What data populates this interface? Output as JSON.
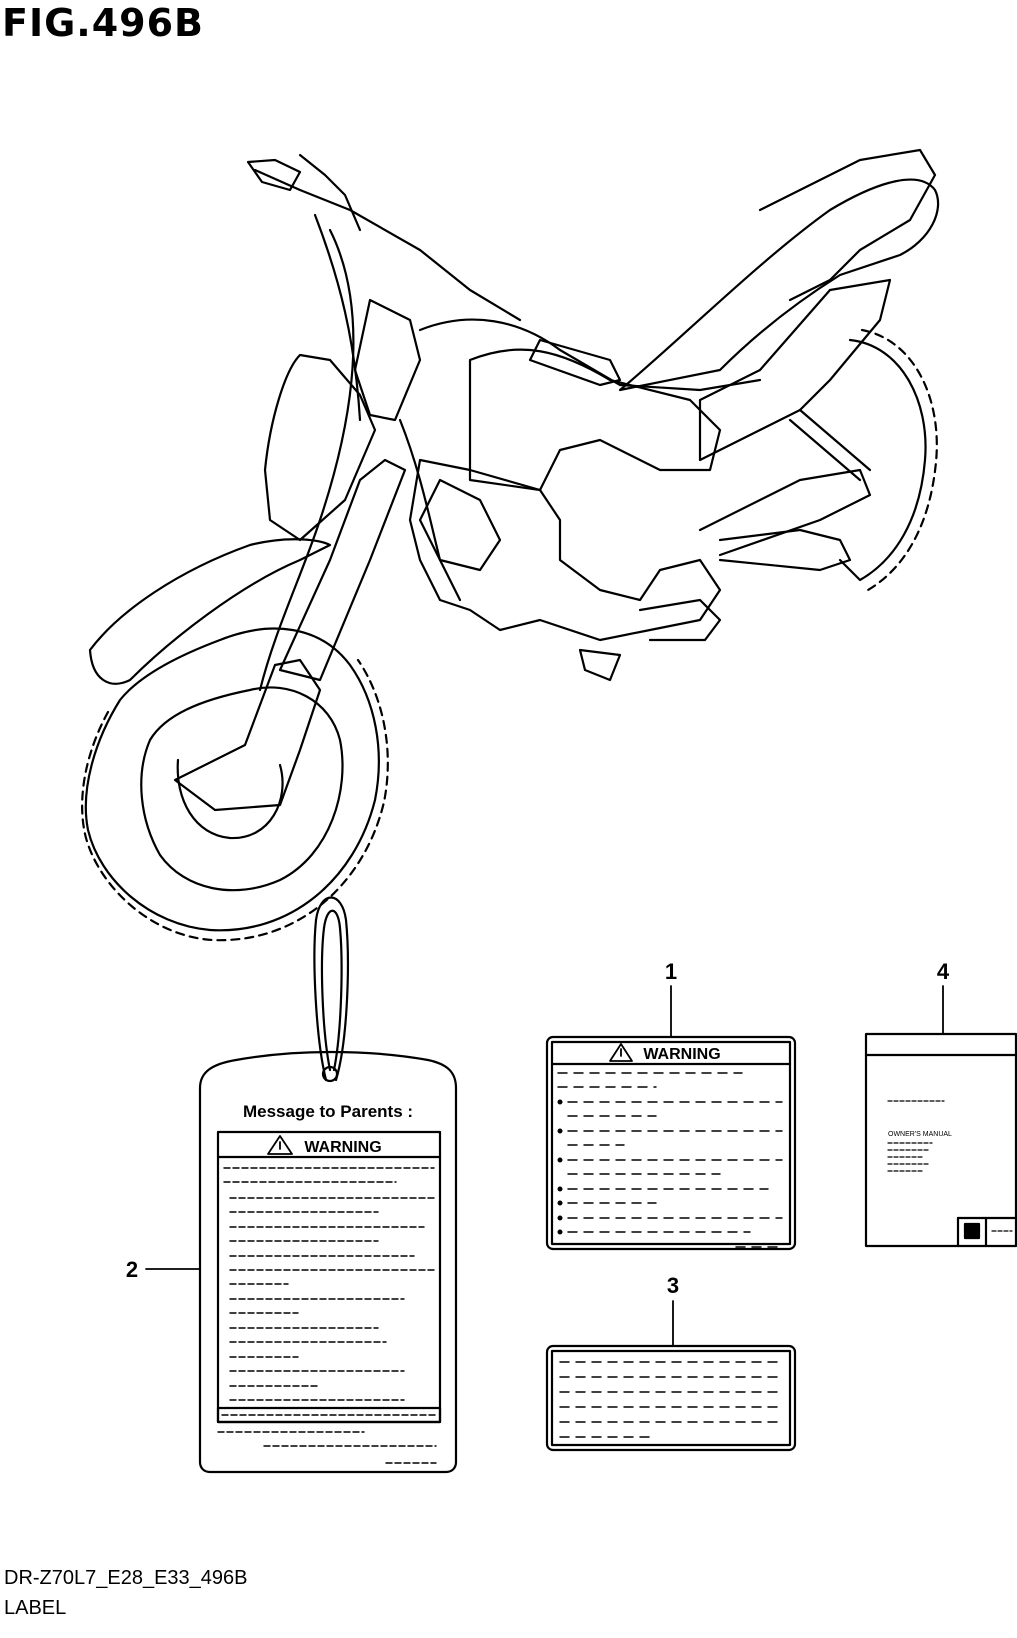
{
  "figure": {
    "title": "FIG.496B",
    "model_code": "DR-Z70L7_E28_E33_496B",
    "section_label": "LABEL"
  },
  "callouts": [
    "1",
    "2",
    "3",
    "4"
  ],
  "labels": {
    "warning_word": "WARNING",
    "tag_heading": "Message  to  Parents :",
    "manual_title": "OWNER'S MANUAL"
  },
  "colors": {
    "line": "#000000",
    "background": "#ffffff"
  }
}
